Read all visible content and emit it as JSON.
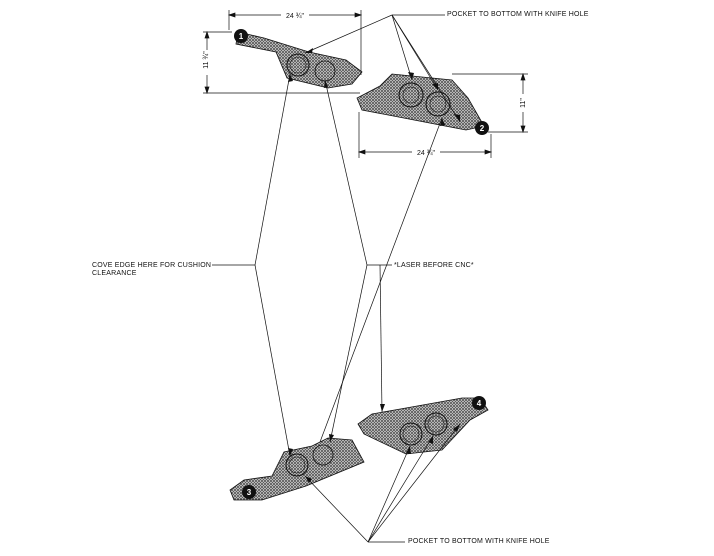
{
  "notes": {
    "pocket_top": "POCKET TO BOTTOM WITH KNIFE HOLE",
    "pocket_bottom": "POCKET TO BOTTOM WITH KNIFE HOLE",
    "cove_line1": "COVE EDGE HERE FOR CUSHION",
    "cove_line2": "CLEARANCE",
    "laser": "*LASER BEFORE CNC*"
  },
  "dimensions": {
    "part1_width": "24 ¾\"",
    "part1_height": "11 ¾\"",
    "part2_width": "24 ¾\"",
    "part2_height": "11\""
  },
  "parts": [
    {
      "number": "1"
    },
    {
      "number": "2"
    },
    {
      "number": "3"
    },
    {
      "number": "4"
    }
  ],
  "colors": {
    "line": "#111111",
    "hatch_fill": "#9a9a9a",
    "badge": "#111111"
  }
}
